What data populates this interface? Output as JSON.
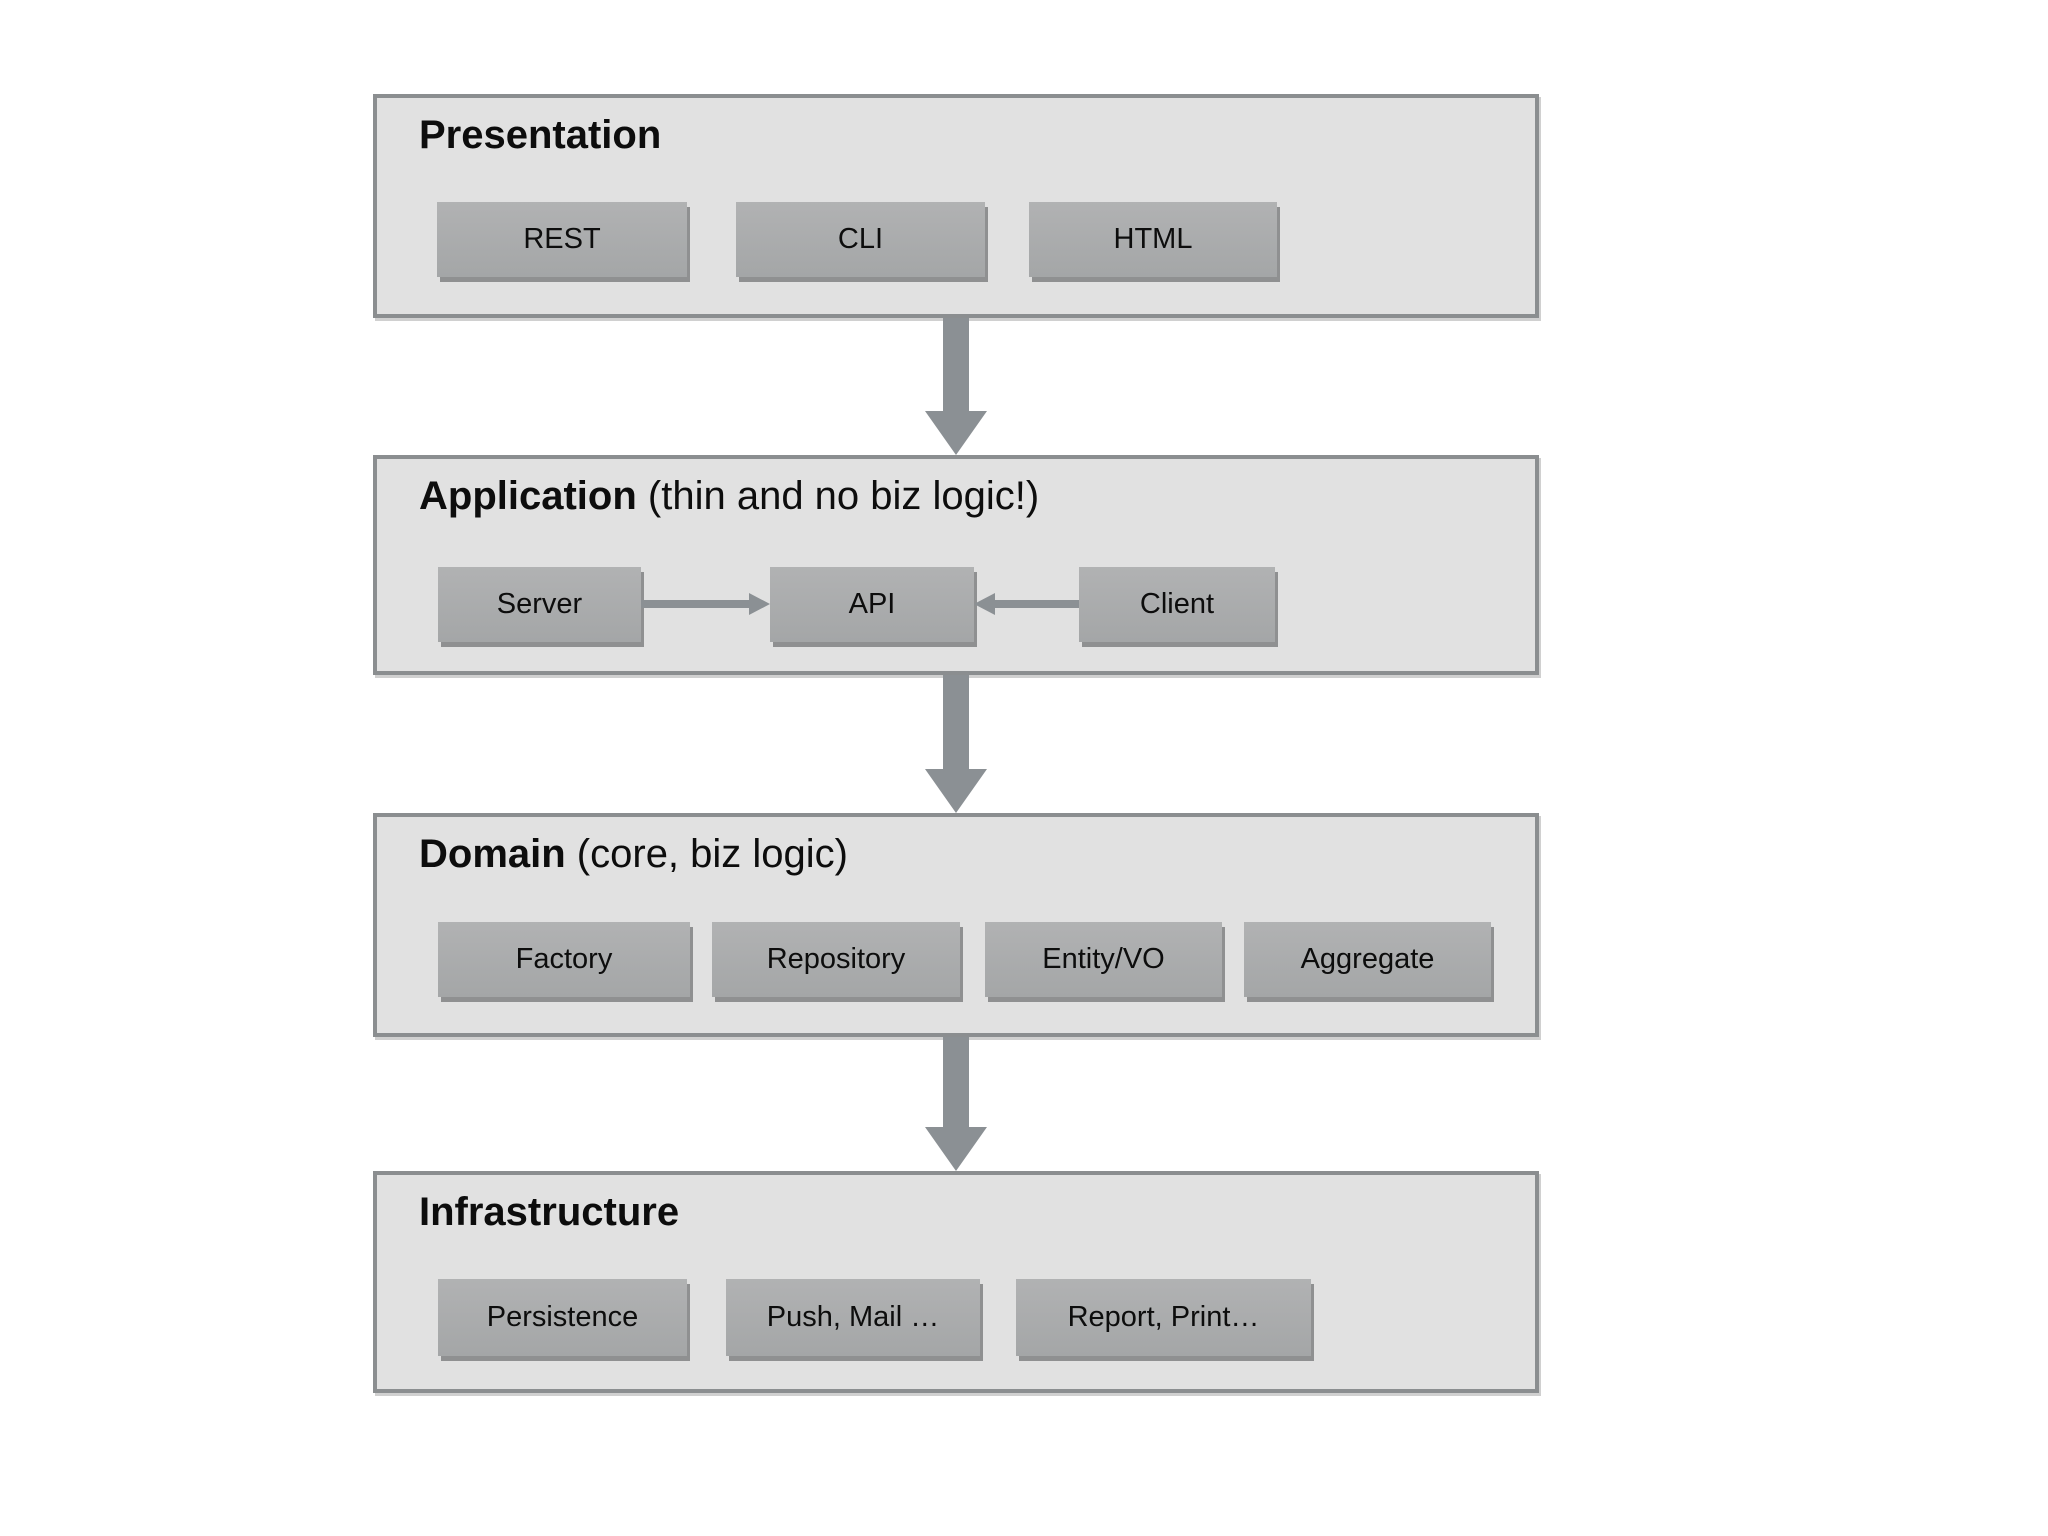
{
  "diagram": {
    "type": "layered-architecture",
    "layers": [
      {
        "name": "Presentation",
        "title_bold": "Presentation",
        "title_note": "",
        "boxes": [
          {
            "label": "REST"
          },
          {
            "label": "CLI"
          },
          {
            "label": "HTML"
          }
        ]
      },
      {
        "name": "Application",
        "title_bold": "Application",
        "title_note": " (thin and no biz logic!)",
        "boxes": [
          {
            "label": "Server"
          },
          {
            "label": "API"
          },
          {
            "label": "Client"
          }
        ],
        "arrows": [
          {
            "from": "Server",
            "to": "API",
            "direction": "right"
          },
          {
            "from": "Client",
            "to": "API",
            "direction": "left"
          }
        ]
      },
      {
        "name": "Domain",
        "title_bold": "Domain",
        "title_note": " (core, biz logic)",
        "boxes": [
          {
            "label": "Factory"
          },
          {
            "label": "Repository"
          },
          {
            "label": "Entity/VO"
          },
          {
            "label": "Aggregate"
          }
        ]
      },
      {
        "name": "Infrastructure",
        "title_bold": "Infrastructure",
        "title_note": "",
        "boxes": [
          {
            "label": "Persistence"
          },
          {
            "label": "Push, Mail …"
          },
          {
            "label": "Report, Print…"
          }
        ]
      }
    ],
    "flow_arrows": [
      {
        "from": "Presentation",
        "to": "Application"
      },
      {
        "from": "Application",
        "to": "Domain"
      },
      {
        "from": "Domain",
        "to": "Infrastructure"
      }
    ]
  },
  "colors": {
    "page_background": "#ffffff",
    "layer_fill": "#e1e1e1",
    "layer_border": "#8b8e90",
    "node_fill": "#a9abac",
    "node_shadow": "#8f9091",
    "arrow": "#8b9094",
    "text": "#0d0d0d"
  }
}
